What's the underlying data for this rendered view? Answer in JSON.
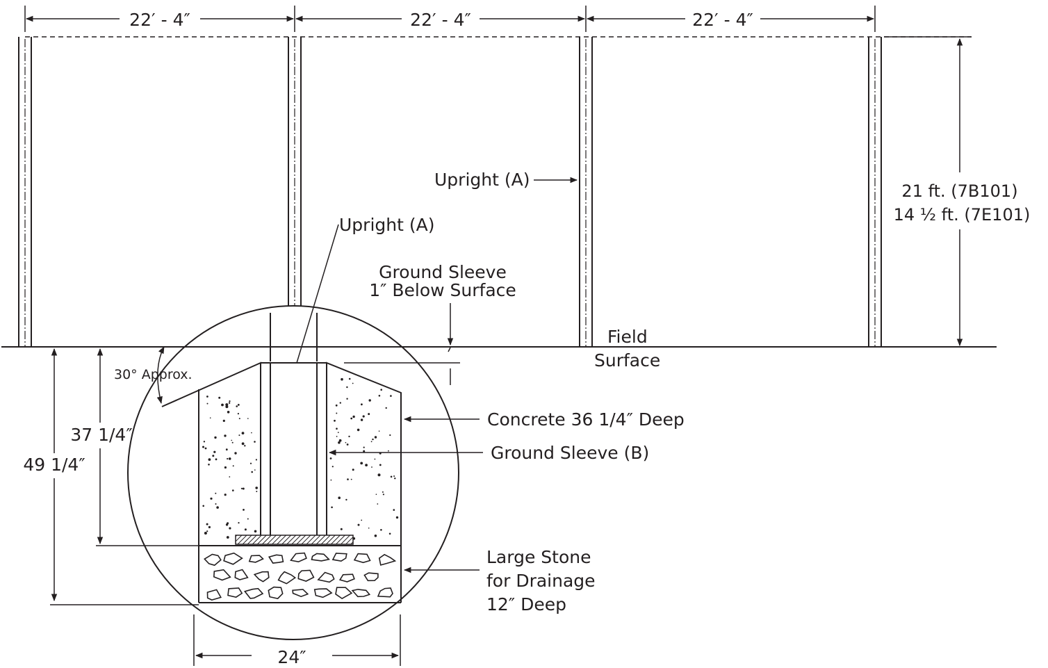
{
  "dimensions": {
    "bay_width_1": "22′ - 4″",
    "bay_width_2": "22′ - 4″",
    "bay_width_3": "22′ - 4″",
    "height_line_1": "21 ft. (7B101)",
    "height_line_2": "14 ½ ft. (7E101)",
    "footing_depth_concrete": "37 1/4″",
    "footing_depth_total": "49 1/4″",
    "footing_width": "24″",
    "angle": "30° Approx."
  },
  "labels": {
    "upright_upper": "Upright (A)",
    "upright_detail": "Upright (A)",
    "ground_sleeve_note_1": "Ground Sleeve",
    "ground_sleeve_note_2": "1″ Below Surface",
    "field_surface_1": "Field",
    "field_surface_2": "Surface",
    "concrete": "Concrete 36 1/4″ Deep",
    "ground_sleeve_b": "Ground Sleeve (B)",
    "stone_1": "Large Stone",
    "stone_2": "for Drainage",
    "stone_3": "12″ Deep"
  },
  "colors": {
    "ink": "#231f20",
    "background": "#ffffff"
  }
}
